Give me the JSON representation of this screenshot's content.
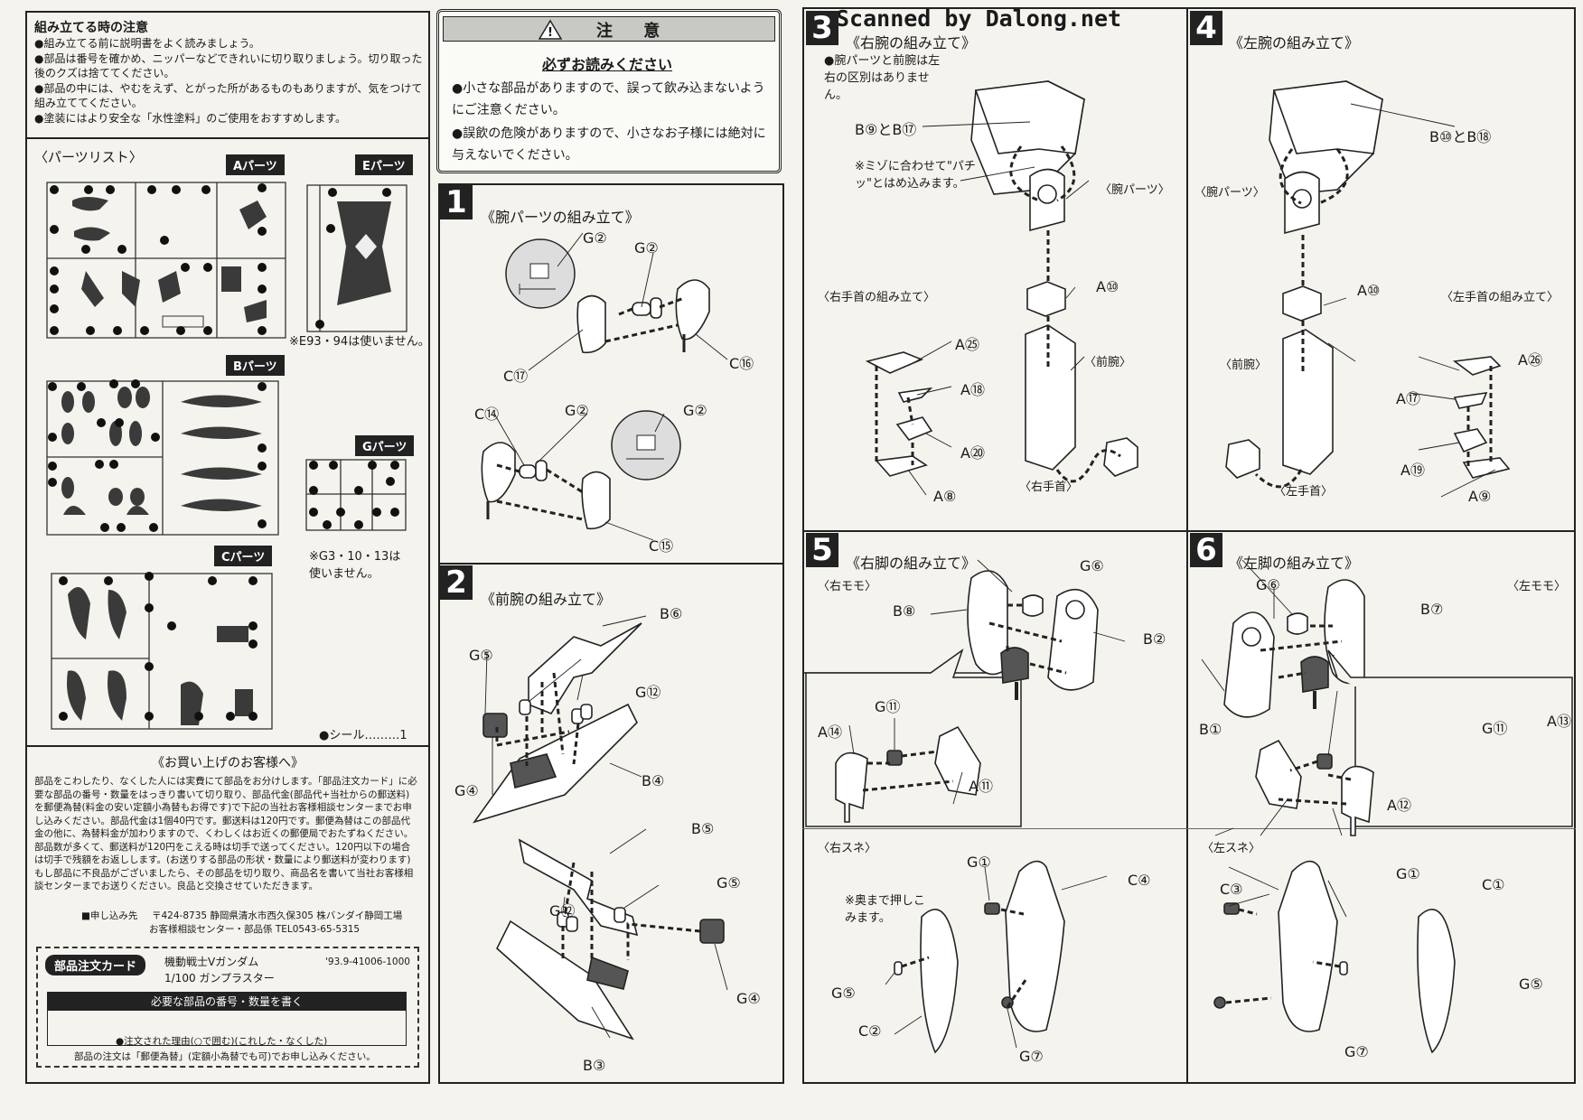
{
  "watermark": "Scanned by Dalong.net",
  "cautions": {
    "title": "組み立てる時の注意",
    "items": [
      "●組み立てる前に説明書をよく読みましょう。",
      "●部品は番号を確かめ、ニッパーなどできれいに切り取りましょう。切り取った後のクズは捨ててください。",
      "●部品の中には、やむをえず、とがった所があるものもありますが、気をつけて組み立ててください。",
      "●塗装にはより安全な「水性塗料」のご使用をおすすめします。"
    ]
  },
  "warning": {
    "title": "注 意",
    "subtitle": "必ずお読みください",
    "items": [
      "●小さな部品がありますので、誤って飲み込まないようにご注意ください。",
      "●誤飲の危険がありますので、小さなお子様には絶対に与えないでください。"
    ]
  },
  "parts_list": {
    "title": "〈パーツリスト〉",
    "a_label": "Aパーツ",
    "b_label": "Bパーツ",
    "c_label": "Cパーツ",
    "e_label": "Eパーツ",
    "g_label": "Gパーツ",
    "e_note": "※E93・94は使いません。",
    "g_note": "※G3・10・13は使いません。",
    "seal": "●シール………1"
  },
  "customer": {
    "title": "《お買い上げのお客様へ》",
    "body": "部品をこわしたり、なくした人には実費にて部品をお分けします。「部品注文カード」に必要な部品の番号・数量をはっきり書いて切り取り、部品代金(部品代+当社からの郵送料)を郵便為替(料金の安い定額小為替もお得です)で下記の当社お客様相談センターまでお申し込みください。部品代金は1個40円です。郵送料は120円です。郵便為替はこの部品代金の他に、為替料金が加わりますので、くわしくはお近くの郵便局でおたずねください。部品数が多くて、郵送料が120円をこえる時は切手で送ってください。120円以下の場合は切手で残額をお返しします。(お送りする部品の形状・数量により郵送料が変わります)もし部品に不良品がございましたら、その部品を切り取り、商品名を書いて当社お客様相談センターまでお送りください。良品と交換させていただきます。",
    "address_label": "■申し込み先",
    "address": "〒424-8735 静岡県清水市西久保305 株バンダイ静岡工場",
    "center": "お客様相談センター・部品係 TEL0543-65-5315"
  },
  "order_card": {
    "tag": "部品注文カード",
    "product": "機動戦士Vガンダム",
    "scale": "1/100 ガンプラスター",
    "code": "'93.9-41006-1000",
    "header": "必要な部品の番号・数量を書く",
    "reason": "●注文された理由(○で囲む)(これした・なくした)",
    "footer": "部品の注文は「郵便為替」(定額小為替でも可)でお申し込みください。"
  },
  "steps": [
    {
      "num": "1",
      "title": "《腕パーツの組み立て》"
    },
    {
      "num": "2",
      "title": "《前腕の組み立て》"
    },
    {
      "num": "3",
      "title": "《右腕の組み立て》"
    },
    {
      "num": "4",
      "title": "《左腕の組み立て》"
    },
    {
      "num": "5",
      "title": "《右脚の組み立て》"
    },
    {
      "num": "6",
      "title": "《左脚の組み立て》"
    }
  ],
  "notes": {
    "arm_same": "●腕パーツと前腕は左右の区別はありません。",
    "snap": "※ミゾに合わせて\"パチッ\"とはめ込みます。",
    "push": "※奥まで押しこみます。"
  },
  "labels": {
    "arm_part": "〈腕パーツ〉",
    "forearm": "〈前腕〉",
    "right_hand": "〈右手首〉",
    "left_hand": "〈左手首〉",
    "right_wrist_asm": "〈右手首の組み立て〉",
    "left_wrist_asm": "〈左手首の組み立て〉",
    "right_thigh": "〈右モモ〉",
    "left_thigh": "〈左モモ〉",
    "right_shin": "〈右スネ〉",
    "left_shin": "〈左スネ〉"
  },
  "callouts": {
    "s1": [
      "G②",
      "G②",
      "C⑰",
      "C⑯",
      "C⑭",
      "G②",
      "G②",
      "C⑮"
    ],
    "s2": [
      "B⑥",
      "G⑤",
      "G⑫",
      "G④",
      "B④",
      "B⑤",
      "G⑤",
      "G⑫",
      "G④",
      "B③"
    ],
    "s3": [
      "B⑨とB⑰",
      "A⑩",
      "A㉕",
      "A⑱",
      "A⑳",
      "A⑧"
    ],
    "s4": [
      "B⑩とB⑱",
      "A⑩",
      "A㉖",
      "A⑰",
      "A⑲",
      "A⑨"
    ],
    "s5": [
      "G⑥",
      "B⑧",
      "B②",
      "G⑪",
      "A⑭",
      "A⑪",
      "G①",
      "C④",
      "G⑤",
      "C②",
      "G⑦"
    ],
    "s6": [
      "G⑥",
      "B⑦",
      "B①",
      "G⑪",
      "A⑬",
      "A⑫",
      "G①",
      "C③",
      "C①",
      "G⑤",
      "G⑦"
    ]
  }
}
